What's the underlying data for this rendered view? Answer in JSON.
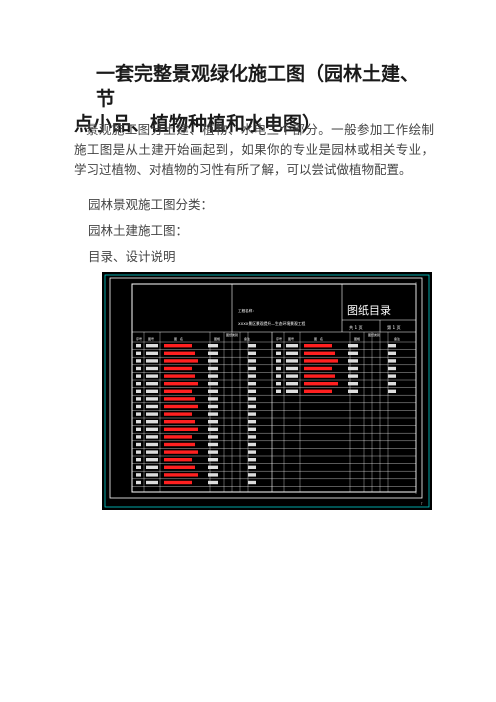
{
  "title_line1": "一套完整景观绿化施工图（园林土建、节",
  "title_line2": "点小品、植物种植和水电图）",
  "intro": "景观施工图分土建、植物、水电三个部分。一般参加工作绘制施工图是从土建开始画起到，如果你的专业是园林或相关专业，学习过植物、对植物的习性有所了解，可以尝试做植物配置。",
  "category_heading": "园林景观施工图分类：",
  "subheading": "园林土建施工图：",
  "item": "目录、设计说明",
  "drawing": {
    "stamp_title": "图纸目录",
    "project_label": "工程名称：",
    "project_name": "XXXX景区景观提升—生态环境景观工程",
    "total_pages": "共 1 页",
    "page_no": "第 1 页",
    "table_header": {
      "col_index": "序号",
      "col_code": "图号",
      "col_name": "图　名",
      "col_size": "图幅",
      "col_sheets": "张数",
      "col_note": "备注",
      "reuse_group": "图纸类别"
    },
    "colors": {
      "background": "#000000",
      "frame": "#ffffff",
      "border_accent": "#00ffff",
      "entry_text": "#ff2020"
    }
  }
}
